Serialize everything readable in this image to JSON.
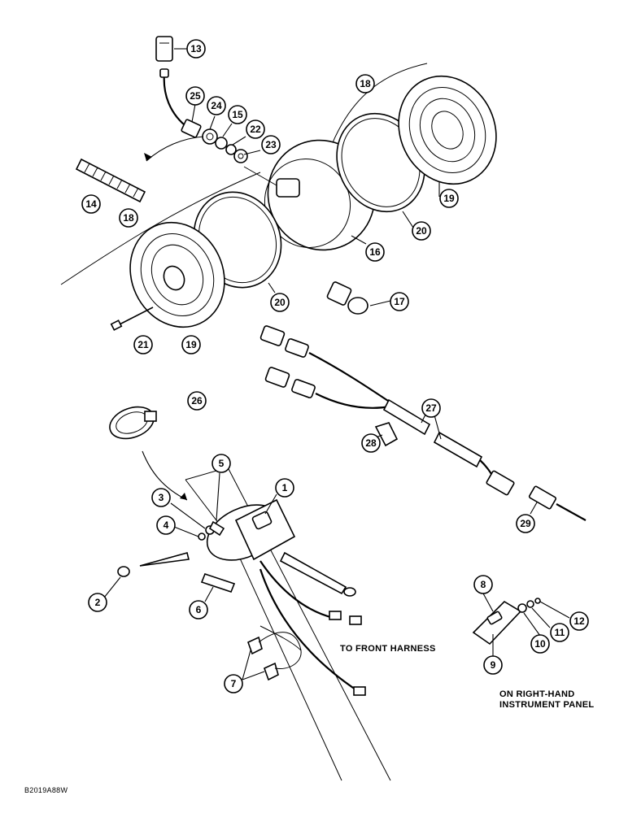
{
  "notes": {
    "front_harness": "TO FRONT HARNESS",
    "right_hand_line1": "ON RIGHT-HAND",
    "right_hand_line2": "INSTRUMENT PANEL",
    "drawing_id": "B2019A88W"
  },
  "callouts": [
    {
      "num": "1"
    },
    {
      "num": "2"
    },
    {
      "num": "3"
    },
    {
      "num": "4"
    },
    {
      "num": "5"
    },
    {
      "num": "6"
    },
    {
      "num": "7"
    },
    {
      "num": "8"
    },
    {
      "num": "9"
    },
    {
      "num": "10"
    },
    {
      "num": "11"
    },
    {
      "num": "12"
    },
    {
      "num": "13"
    },
    {
      "num": "14"
    },
    {
      "num": "15"
    },
    {
      "num": "16"
    },
    {
      "num": "17"
    },
    {
      "num": "18"
    },
    {
      "num": "18"
    },
    {
      "num": "19"
    },
    {
      "num": "19"
    },
    {
      "num": "20"
    },
    {
      "num": "20"
    },
    {
      "num": "21"
    },
    {
      "num": "22"
    },
    {
      "num": "23"
    },
    {
      "num": "24"
    },
    {
      "num": "25"
    },
    {
      "num": "26"
    },
    {
      "num": "27"
    },
    {
      "num": "28"
    },
    {
      "num": "29"
    }
  ]
}
